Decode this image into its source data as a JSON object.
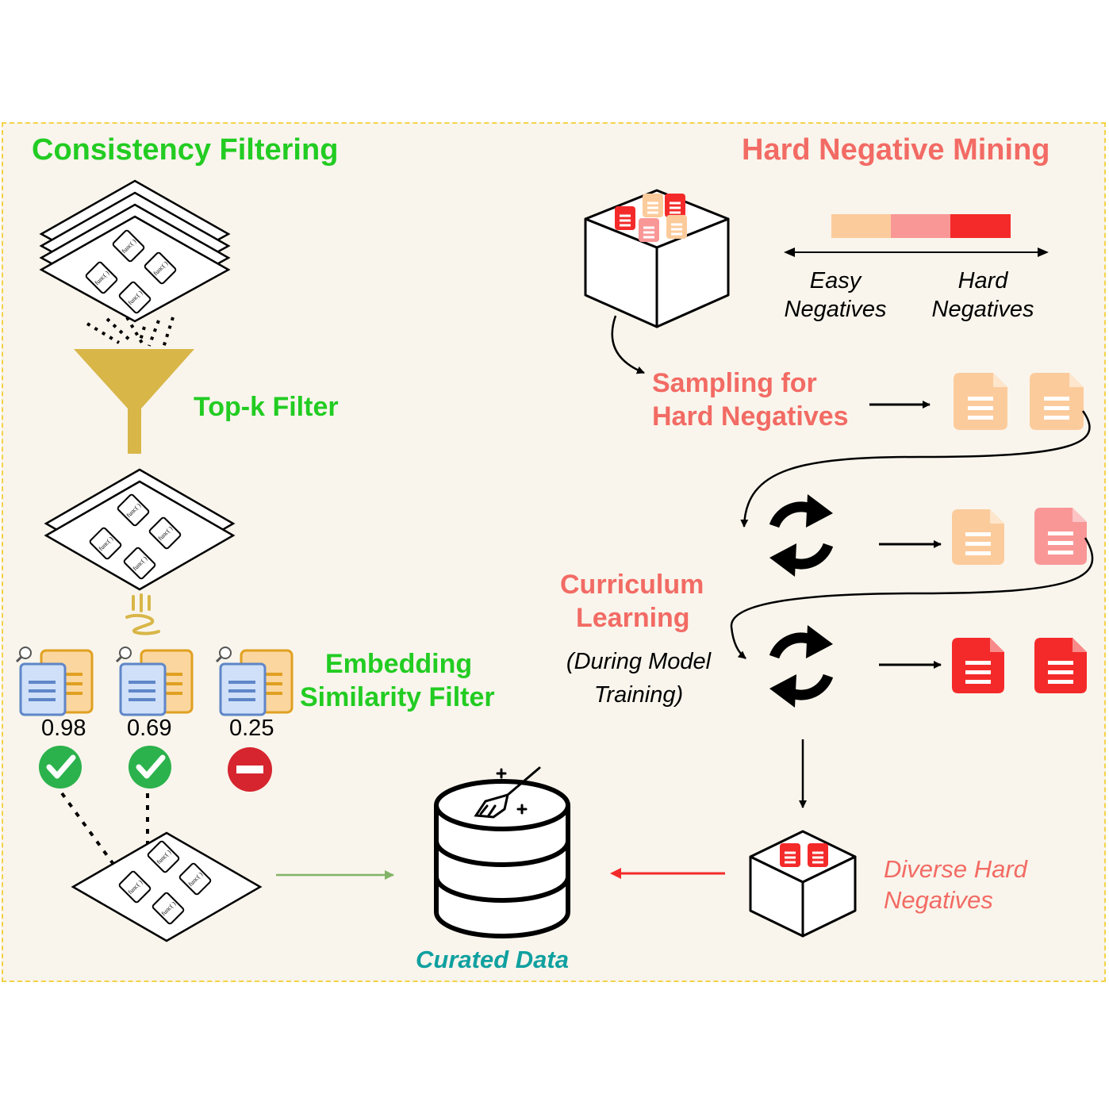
{
  "consistency": {
    "title": "Consistency Filtering",
    "topk_label": "Top-k Filter",
    "embed_label_1": "Embedding",
    "embed_label_2": "Similarity Filter",
    "func_text": "func( )",
    "scores": [
      "0.98",
      "0.69",
      "0.25"
    ]
  },
  "hard_neg": {
    "title": "Hard Negative Mining",
    "easy_1": "Easy",
    "easy_2": "Negatives",
    "hard_1": "Hard",
    "hard_2": "Negatives",
    "sampling_1": "Sampling for",
    "sampling_2": "Hard Negatives",
    "curriculum_1": "Curriculum",
    "curriculum_2": "Learning",
    "during_1": "(During Model",
    "during_2": "Training)",
    "diverse_1": "Diverse Hard",
    "diverse_2": "Negatives"
  },
  "curated_label": "Curated Data",
  "colors": {
    "green": "#22cc22",
    "salmon": "#f26b64",
    "easy": "#fccb9c",
    "medium": "#f99797",
    "hard": "#f42a2a",
    "funnel": "#d8b648",
    "teal": "#10a0a0",
    "panel_bg": "#f9f5ec",
    "panel_border": "#f4d24a"
  }
}
